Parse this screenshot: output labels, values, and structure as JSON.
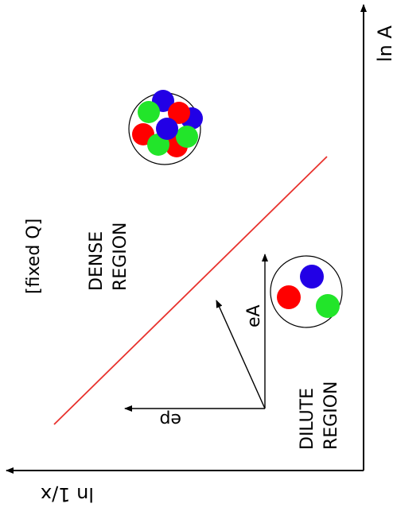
{
  "labels": {
    "axis_vertical": "ln A",
    "axis_horizontal": "ln 1/x",
    "fixed_q": "[fixed Q]",
    "dense_line1": "DENSE",
    "dense_line2": "REGION",
    "dilute_line1": "DILUTE",
    "dilute_line2": "REGION",
    "arrow_ea": "eA",
    "arrow_ep": "ep"
  },
  "colors": {
    "boundary_line": "#e8322d",
    "nucleon_red": "#ff0000",
    "nucleon_green": "#22e52a",
    "nucleon_blue": "#2200e6",
    "stroke": "#000000"
  },
  "nucleus_large": {
    "nucleon_count": 9
  },
  "nucleus_small": {
    "nucleon_count": 3
  }
}
